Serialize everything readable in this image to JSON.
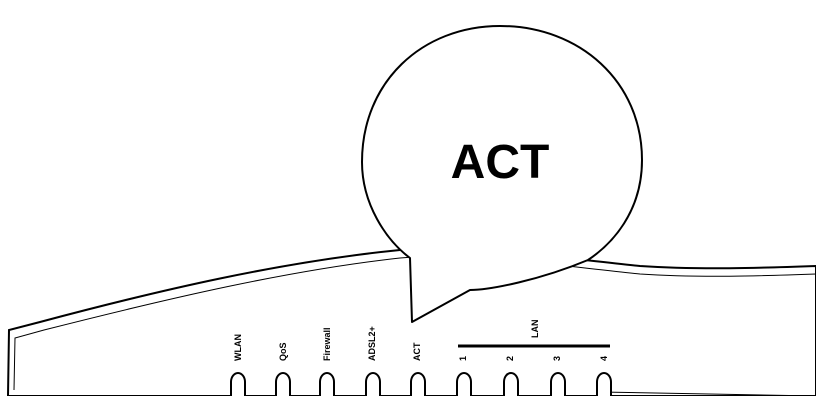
{
  "callout": {
    "label": "ACT"
  },
  "led_group": {
    "label": "LAN"
  },
  "leds": [
    {
      "label": "WLAN"
    },
    {
      "label": "QoS"
    },
    {
      "label": "Firewall"
    },
    {
      "label": "ADSL2+"
    },
    {
      "label": "ACT"
    },
    {
      "label": "1"
    },
    {
      "label": "2"
    },
    {
      "label": "3"
    },
    {
      "label": "4"
    }
  ]
}
